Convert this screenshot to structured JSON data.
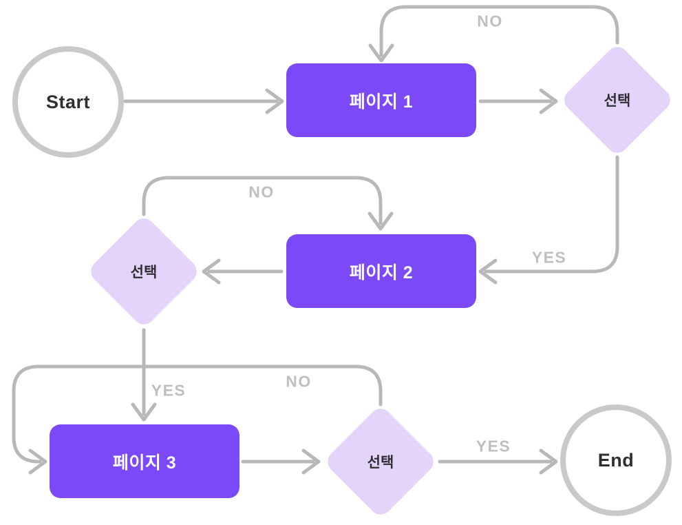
{
  "diagram": {
    "type": "flowchart",
    "language": "ko",
    "nodes": {
      "start": {
        "type": "terminal",
        "label": "Start"
      },
      "page1": {
        "type": "process",
        "label": "페이지 1"
      },
      "decision1": {
        "type": "decision",
        "label": "선택"
      },
      "page2": {
        "type": "process",
        "label": "페이지 2"
      },
      "decision2": {
        "type": "decision",
        "label": "선택"
      },
      "page3": {
        "type": "process",
        "label": "페이지 3"
      },
      "decision3": {
        "type": "decision",
        "label": "선택"
      },
      "end": {
        "type": "terminal",
        "label": "End"
      }
    },
    "edges": [
      {
        "from": "start",
        "to": "page1",
        "label": ""
      },
      {
        "from": "page1",
        "to": "decision1",
        "label": ""
      },
      {
        "from": "decision1",
        "to": "page1",
        "label": "NO"
      },
      {
        "from": "decision1",
        "to": "page2",
        "label": "YES"
      },
      {
        "from": "page2",
        "to": "decision2",
        "label": ""
      },
      {
        "from": "decision2",
        "to": "page2",
        "label": "NO"
      },
      {
        "from": "decision2",
        "to": "page3",
        "label": "YES"
      },
      {
        "from": "decision3",
        "to": "page3",
        "label": "NO"
      },
      {
        "from": "page3",
        "to": "decision3",
        "label": ""
      },
      {
        "from": "decision3",
        "to": "end",
        "label": "YES"
      }
    ]
  },
  "palette": {
    "node_purple": "#7B49F7",
    "diamond_lavender": "#E5D4FA",
    "line_gray": "#B8B8B8",
    "terminal_border": "#C9C9C9",
    "label_gray": "#BFBFBF",
    "text_dark": "#2F2F33",
    "text_white": "#FFFFFF"
  }
}
